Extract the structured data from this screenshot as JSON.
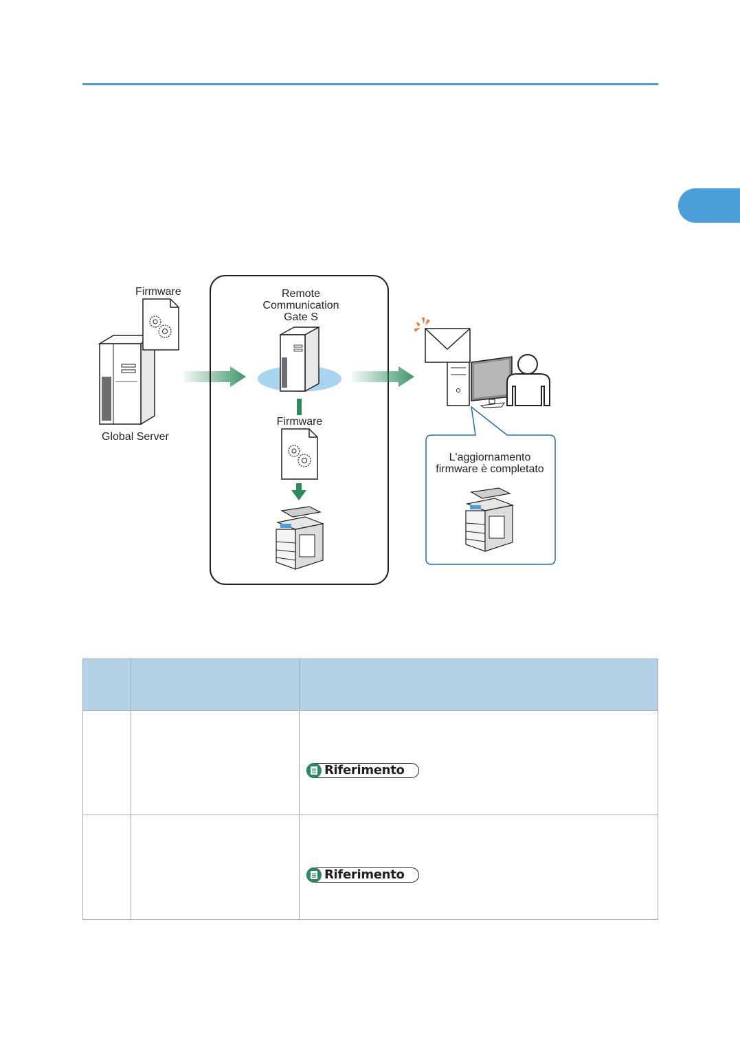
{
  "diagram": {
    "global_server_label": "Global Server",
    "firmware_label_1": "Firmware",
    "rcg_title_line1": "Remote",
    "rcg_title_line2": "Communication",
    "rcg_title_line3": "Gate S",
    "firmware_label_2": "Firmware",
    "callout_line1": "L'aggiornamento",
    "callout_line2": "firmware è completato"
  },
  "table": {
    "rows": [
      {
        "reference_label": "Riferimento"
      },
      {
        "reference_label": "Riferimento"
      }
    ]
  },
  "colors": {
    "accent_blue": "#4a9fd8",
    "table_header": "#b3d1e5",
    "arrow_green": "#2b8a5e",
    "halo_blue": "#a9d4f0"
  }
}
